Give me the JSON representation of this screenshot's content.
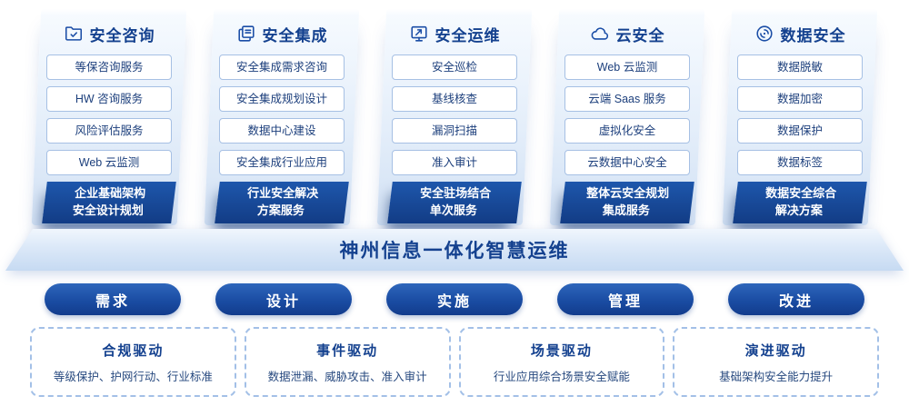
{
  "banner": {
    "title": "神州信息一体化智慧运维"
  },
  "columns": [
    {
      "icon": "folder-check-icon",
      "title": "安全咨询",
      "items": [
        "等保咨询服务",
        "HW 咨询服务",
        "风险评估服务",
        "Web 云监测"
      ],
      "footer": [
        "企业基础架构",
        "安全设计规划"
      ]
    },
    {
      "icon": "stacked-docs-icon",
      "title": "安全集成",
      "items": [
        "安全集成需求咨询",
        "安全集成规划设计",
        "数据中心建设",
        "安全集成行业应用"
      ],
      "footer": [
        "行业安全解决",
        "方案服务"
      ]
    },
    {
      "icon": "monitor-arrow-icon",
      "title": "安全运维",
      "items": [
        "安全巡检",
        "基线核查",
        "漏洞扫描",
        "准入审计"
      ],
      "footer": [
        "安全驻场结合",
        "单次服务"
      ]
    },
    {
      "icon": "cloud-icon",
      "title": "云安全",
      "items": [
        "Web 云监测",
        "云端 Saas 服务",
        "虚拟化安全",
        "云数据中心安全"
      ],
      "footer": [
        "整体云安全规划",
        "集成服务"
      ]
    },
    {
      "icon": "data-disc-icon",
      "title": "数据安全",
      "items": [
        "数据脱敏",
        "数据加密",
        "数据保护",
        "数据标签"
      ],
      "footer": [
        "数据安全综合",
        "解决方案"
      ]
    }
  ],
  "phases": [
    "需求",
    "设计",
    "实施",
    "管理",
    "改进"
  ],
  "drivers": [
    {
      "title": "合规驱动",
      "desc": "等级保护、护网行动、行业标准"
    },
    {
      "title": "事件驱动",
      "desc": "数据泄漏、威胁攻击、准入审计"
    },
    {
      "title": "场景驱动",
      "desc": "行业应用综合场景安全赋能"
    },
    {
      "title": "演进驱动",
      "desc": "基础架构安全能力提升"
    }
  ],
  "colors": {
    "primary_text": "#14418f",
    "item_border": "#a6c0e4",
    "footer_bg": "#123c85",
    "pill_bg": "#16469c",
    "dashed_border": "#a3c0e7"
  }
}
